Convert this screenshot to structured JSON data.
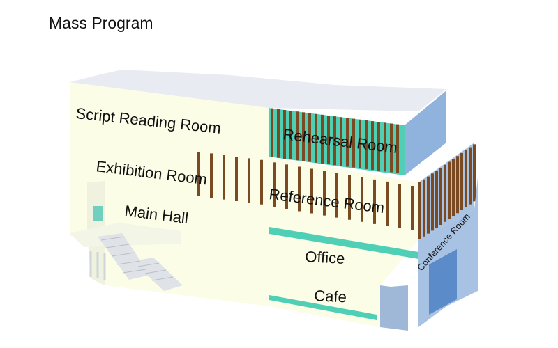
{
  "title": "Mass Program",
  "rooms": {
    "script_reading": "Script Reading Room",
    "rehearsal": "Rehearsal Room",
    "exhibition": "Exhibition Room",
    "reference": "Reference Room",
    "main_hall": "Main Hall",
    "office": "Office",
    "conference": "Conference Room",
    "cafe": "Cafe"
  },
  "colors": {
    "facade": "#fbfde6",
    "roof": "#e9ecf2",
    "fins": "#7a4a22",
    "glass": "#8fb3dc",
    "teal": "#4fcfb6"
  }
}
